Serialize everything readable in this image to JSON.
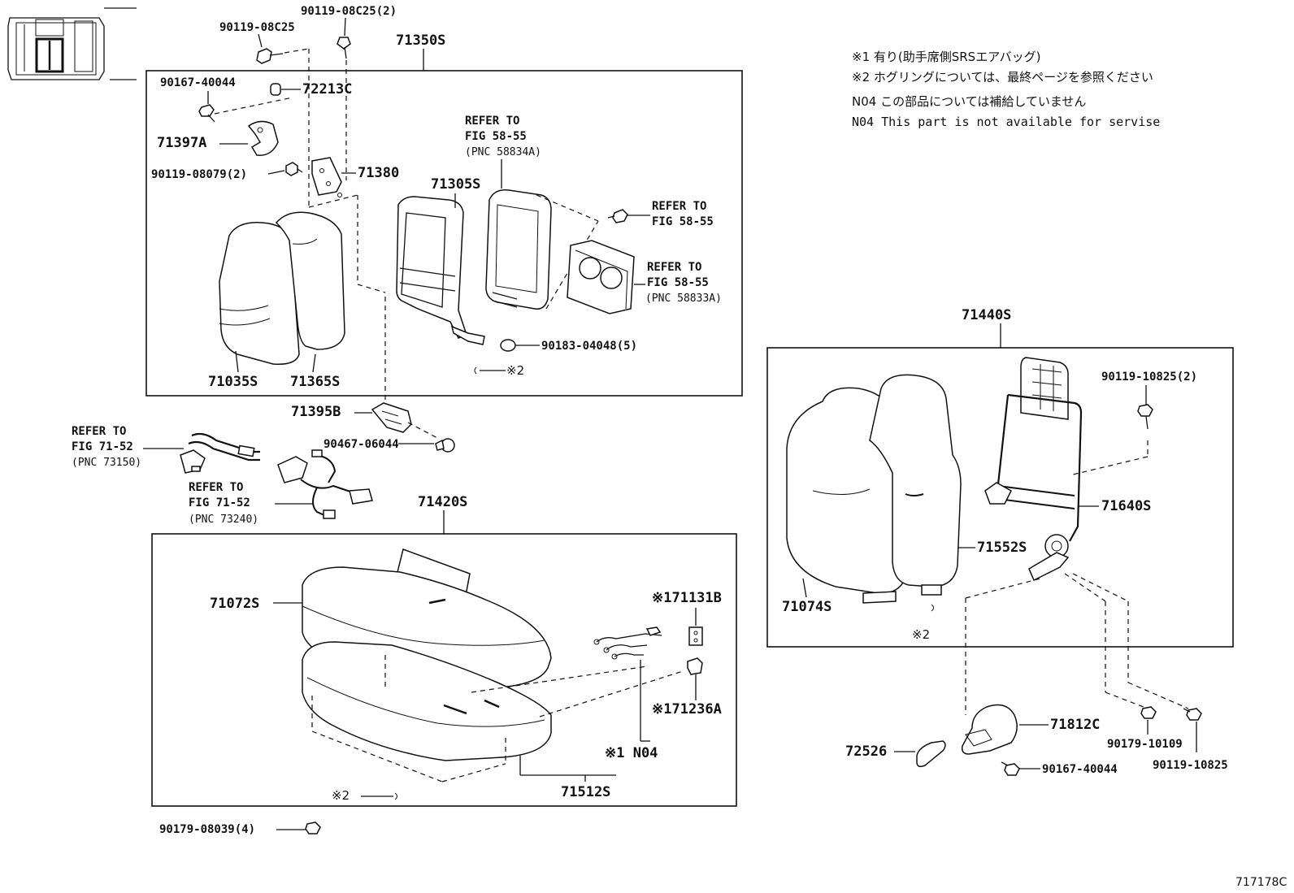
{
  "figure_id": "717178C",
  "notes": [
    "※1 有り(助手席側SRSエアバッグ)",
    "※2  ホグリングについては、最終ページを参照ください",
    "N04 この部品については補給していません",
    "N04 This part is not available for servise"
  ],
  "groups": {
    "seatback_assy": "71350S",
    "cushion_assy": "71420S",
    "passenger_back_assy": "71440S"
  },
  "parts": {
    "bolt_top_left": "90119-08C25",
    "bolt_top_right": "90119-08C25(2)",
    "clip_72213c": "72213C",
    "screw_90167": "90167-40044",
    "bracket_71397a": "71397A",
    "bolt_90119_08079": "90119-08079(2)",
    "hinge_71380": "71380",
    "frame_71305s": "71305S",
    "cover_71035s": "71035S",
    "pad_71365s": "71365S",
    "nut_90183": "90183-04048(5)",
    "hog_ring_a": "※2",
    "bracket_71395b": "71395B",
    "screw_90467": "90467-06044",
    "cover_71072s": "71072S",
    "pad_71512s": "71512S",
    "sensor_71131b": "※171131B",
    "clip_71236a": "※171236A",
    "harness_n04": "※1 N04",
    "hog_ring_b": "※2",
    "nut_90179_08039": "90179-08039(4)",
    "bolt_90119_10825_2": "90119-10825(2)",
    "frame_71640s": "71640S",
    "pad_71552s": "71552S",
    "cover_71074s": "71074S",
    "hog_ring_c": "※2",
    "knob_72526": "72526",
    "cover_71812c": "71812C",
    "screw_90167_b": "90167-40044",
    "nut_90179_10109": "90179-10109",
    "bolt_90119_10825": "90119-10825"
  },
  "refers": {
    "ref_58834": {
      "l1": "REFER TO",
      "l2": "FIG 58-55",
      "l3": "(PNC 58834A)"
    },
    "ref_58_55": {
      "l1": "REFER TO",
      "l2": "FIG 58-55"
    },
    "ref_58833": {
      "l1": "REFER TO",
      "l2": "FIG 58-55",
      "l3": "(PNC 58833A)"
    },
    "ref_73150": {
      "l1": "REFER TO",
      "l2": "FIG 71-52",
      "l3": "(PNC 73150)"
    },
    "ref_73240": {
      "l1": "REFER TO",
      "l2": "FIG 71-52",
      "l3": "(PNC 73240)"
    }
  }
}
